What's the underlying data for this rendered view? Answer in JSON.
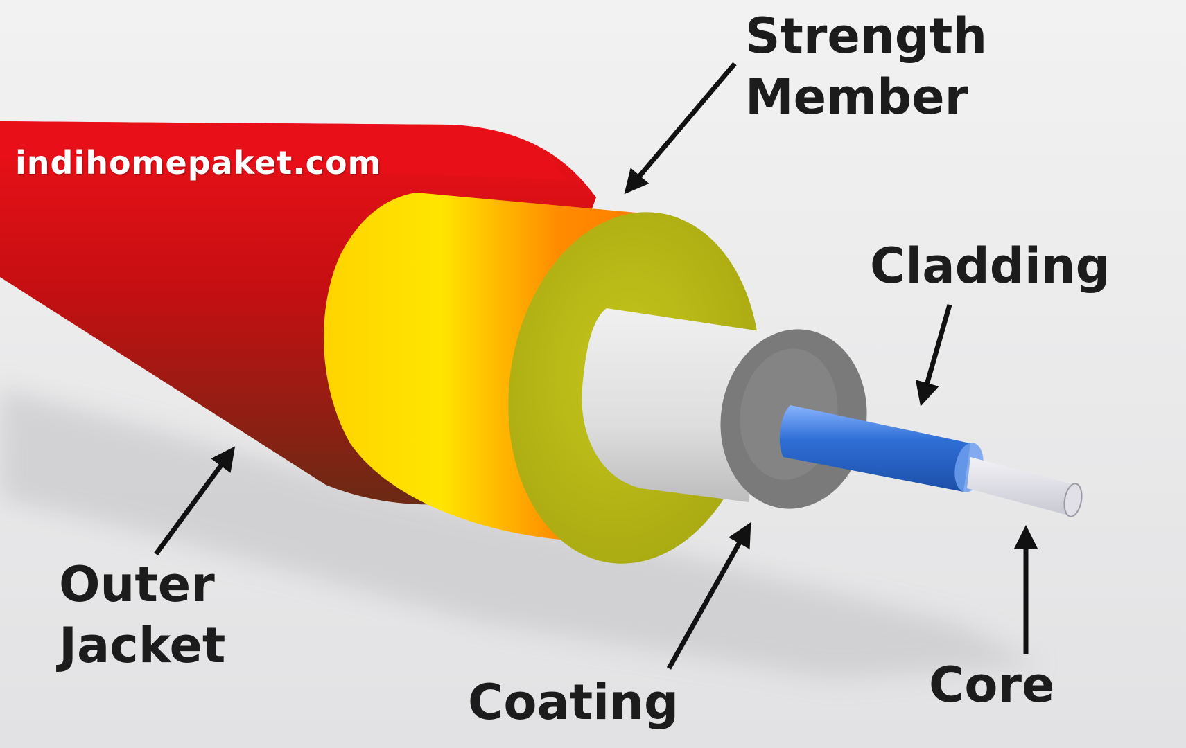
{
  "watermark": "indihomepaket.com",
  "labels": {
    "strength_member": [
      "Strength",
      "Member"
    ],
    "cladding": "Cladding",
    "outer_jacket": [
      "Outer",
      "Jacket"
    ],
    "coating": "Coating",
    "core": "Core"
  },
  "colors": {
    "background": "#e9e9e9",
    "outer_jacket": "#d40f14",
    "strength_member": "#ff8a00",
    "coating_ring": "#b8b814",
    "buffer": "#e6e6e6",
    "cladding_disc": "#7d7d7d",
    "cladding_fiber": "#2f6fd6",
    "core": "#d8d8de",
    "arrow": "#111111"
  },
  "icons": [
    "arrow-icon"
  ]
}
